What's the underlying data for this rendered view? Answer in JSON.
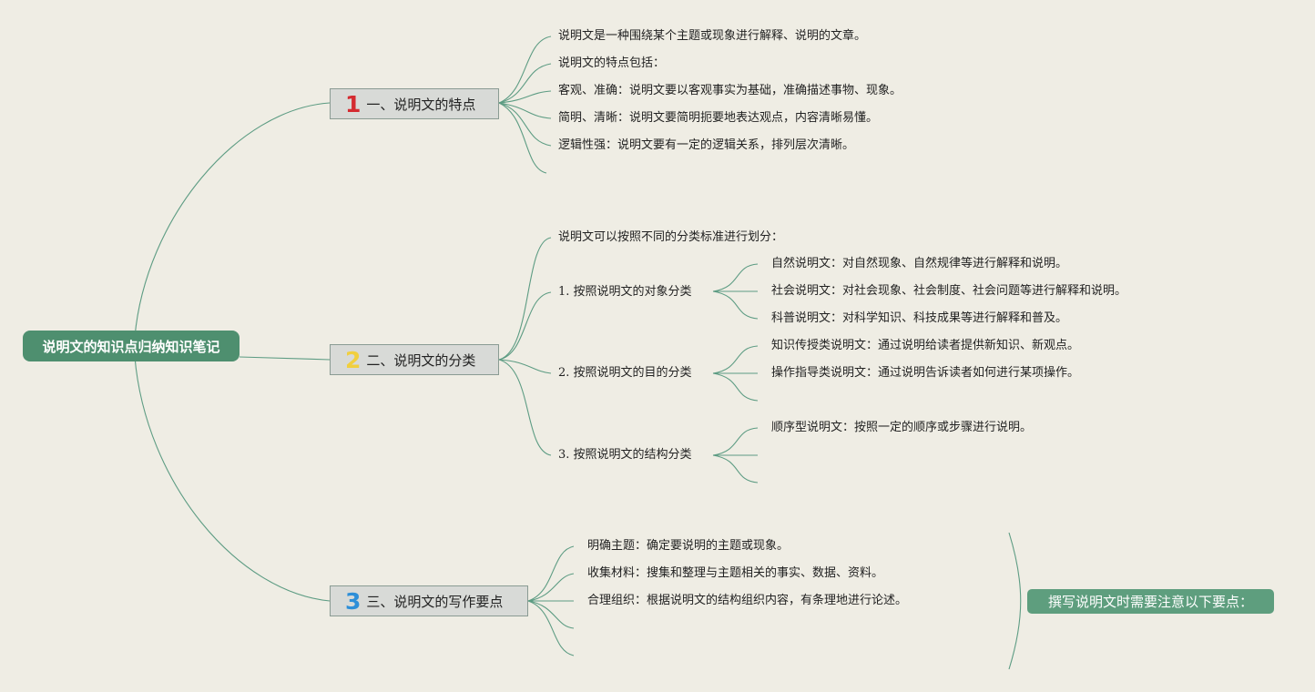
{
  "root": {
    "title": "说明文的知识点归纳知识笔记"
  },
  "branches": [
    {
      "num": "1",
      "label": "一、说明文的特点",
      "leaves": [
        "说明文是一种围绕某个主题或现象进行解释、说明的文章。",
        "说明文的特点包括：",
        "客观、准确：说明文要以客观事实为基础，准确描述事物、现象。",
        "简明、清晰：说明文要简明扼要地表达观点，内容清晰易懂。",
        "逻辑性强：说明文要有一定的逻辑关系，排列层次清晰。"
      ]
    },
    {
      "num": "2",
      "label": "二、说明文的分类",
      "intro": "说明文可以按照不同的分类标准进行划分：",
      "subs": [
        {
          "label": "1. 按照说明文的对象分类",
          "leaves": [
            "自然说明文：对自然现象、自然规律等进行解释和说明。",
            "社会说明文：对社会现象、社会制度、社会问题等进行解释和说明。",
            "科普说明文：对科学知识、科技成果等进行解释和普及。"
          ]
        },
        {
          "label": "2. 按照说明文的目的分类",
          "leaves": [
            "知识传授类说明文：通过说明给读者提供新知识、新观点。",
            "操作指导类说明文：通过说明告诉读者如何进行某项操作。"
          ]
        },
        {
          "label": "3. 按照说明文的结构分类",
          "leaves": [
            "顺序型说明文：按照一定的顺序或步骤进行说明。"
          ]
        }
      ]
    },
    {
      "num": "3",
      "label": "三、说明文的写作要点",
      "leaves": [
        "明确主题：确定要说明的主题或现象。",
        "收集材料：搜集和整理与主题相关的事实、数据、资料。",
        "合理组织：根据说明文的结构组织内容，有条理地进行论述。"
      ]
    }
  ],
  "note": {
    "text": "撰写说明文时需要注意以下要点："
  },
  "colors": {
    "root": "#4e8f6f",
    "link": "#5d9c83",
    "num1": "#d42b30",
    "num2": "#f1cf3e",
    "num3": "#2e8fd8"
  }
}
